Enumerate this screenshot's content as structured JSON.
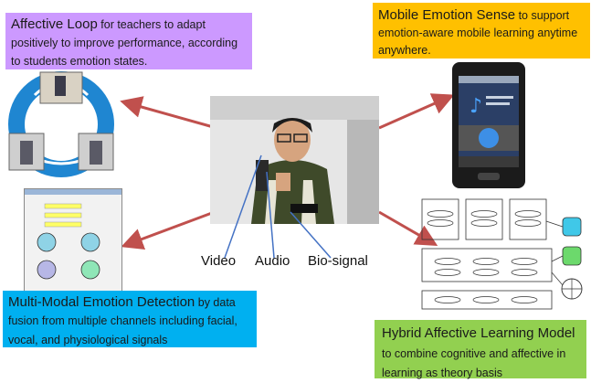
{
  "colors": {
    "affective_bg": "#cc99ff",
    "mobile_bg": "#ffc000",
    "multimodal_bg": "#00b0f0",
    "hybrid_bg": "#92d050",
    "arrow": "#c0504d",
    "loop_circle": "#0070c0"
  },
  "boxes": {
    "affective": {
      "title": "Affective Loop",
      "text": " for teachers to adapt positively to improve performance, according to students emotion states."
    },
    "mobile": {
      "title": "Mobile Emotion Sense",
      "text": " to support emotion-aware mobile learning anytime anywhere."
    },
    "multimodal": {
      "title": "Multi-Modal Emotion Detection",
      "text": " by data fusion from multiple channels including facial, vocal, and physiological signals"
    },
    "hybrid": {
      "title": "Hybrid  Affective Learning Model",
      "text": " to combine cognitive and affective in learning as theory basis"
    }
  },
  "center_labels": {
    "video": "Video",
    "audio": "Audio",
    "biosignal": "Bio-signal"
  }
}
